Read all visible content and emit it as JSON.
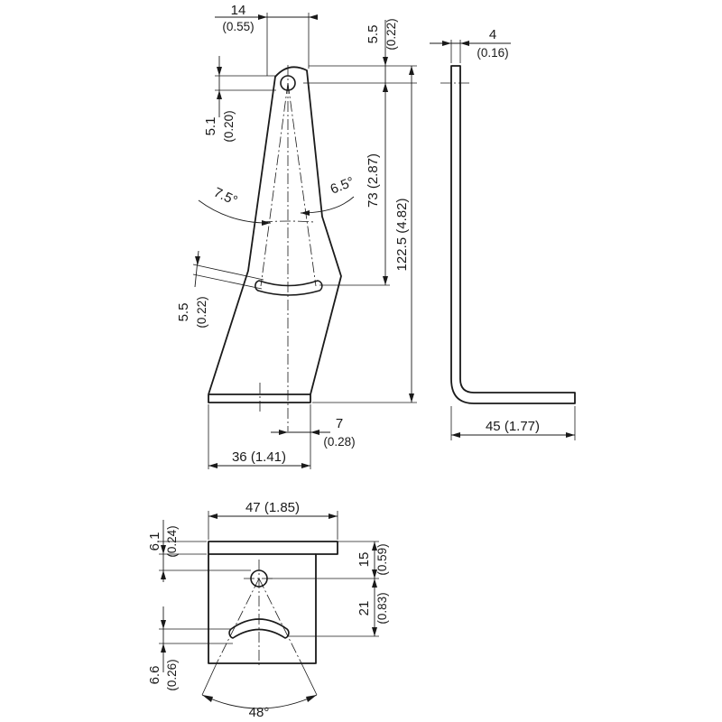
{
  "side_view": {
    "top_width": {
      "main": "14",
      "sub": "(0.55)"
    },
    "top_offset": {
      "main": "5.5",
      "sub": "(0.22)"
    },
    "hole_offset": {
      "main": "5.1",
      "sub": "(0.20)"
    },
    "angle_left": "7.5°",
    "angle_right": "6.5°",
    "slot_height": "73 (2.87)",
    "total_height": "122.5 (4.82)",
    "slot_width": {
      "main": "5.5",
      "sub": "(0.22)"
    },
    "base_offset": {
      "main": "7",
      "sub": "(0.28)"
    },
    "base_width": "36 (1.41)"
  },
  "profile_view": {
    "thickness": {
      "main": "4",
      "sub": "(0.16)"
    },
    "leg_length": "45 (1.77)"
  },
  "plan_view": {
    "width": "47 (1.85)",
    "top_edge": {
      "main": "6.1",
      "sub": "(0.24)"
    },
    "hole_pos": {
      "main": "15",
      "sub": "(0.59)"
    },
    "slot_pos": {
      "main": "21",
      "sub": "(0.83)"
    },
    "bottom_edge": {
      "main": "6.6",
      "sub": "(0.26)"
    },
    "angle": "48°"
  }
}
